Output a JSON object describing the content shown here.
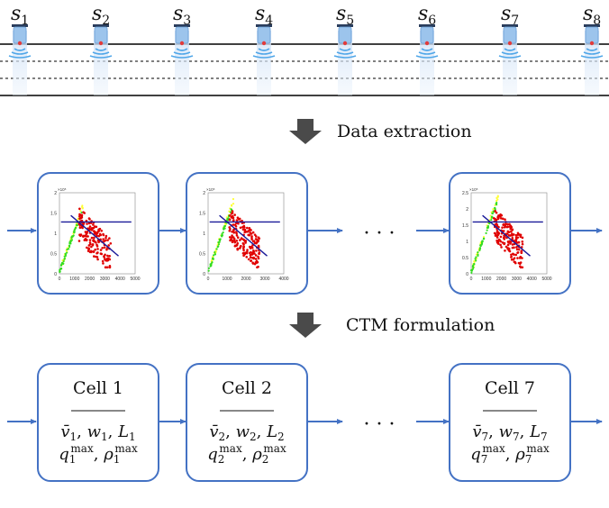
{
  "sensors": [
    {
      "label": "s",
      "sub": "1"
    },
    {
      "label": "s",
      "sub": "2"
    },
    {
      "label": "s",
      "sub": "3"
    },
    {
      "label": "s",
      "sub": "4"
    },
    {
      "label": "s",
      "sub": "5"
    },
    {
      "label": "s",
      "sub": "6"
    },
    {
      "label": "s",
      "sub": "7"
    },
    {
      "label": "s",
      "sub": "8"
    }
  ],
  "steps": {
    "extraction": "Data extraction",
    "formulation": "CTM formulation"
  },
  "ellipsis": "· · ·",
  "plots": [
    {
      "y_exp": "×10⁵",
      "y_ticks": [
        "2",
        "1.5",
        "1",
        "0.5",
        "0"
      ],
      "x_ticks": [
        "0",
        "1000",
        "2000",
        "3000",
        "4000",
        "5000"
      ]
    },
    {
      "y_exp": "×10⁵",
      "y_ticks": [
        "2",
        "1.5",
        "1",
        "0.5",
        "0"
      ],
      "x_ticks": [
        "0",
        "1000",
        "2000",
        "3000",
        "4000"
      ]
    },
    {
      "y_exp": "×10⁵",
      "y_ticks": [
        "2.5",
        "2",
        "1.5",
        "1",
        "0.5",
        "0"
      ],
      "x_ticks": [
        "0",
        "1000",
        "2000",
        "3000",
        "4000",
        "5000"
      ]
    }
  ],
  "cells": [
    {
      "title": "Cell 1",
      "idx": "1"
    },
    {
      "title": "Cell 2",
      "idx": "2"
    },
    {
      "title": "Cell 7",
      "idx": "7"
    }
  ],
  "colors": {
    "box": "#4472c4",
    "arrow": "#4a4a4a",
    "scatter_red": "#e00000",
    "scatter_green": "#33dd22",
    "scatter_yellow": "#ffff33",
    "fit_line": "#1a1a99"
  }
}
